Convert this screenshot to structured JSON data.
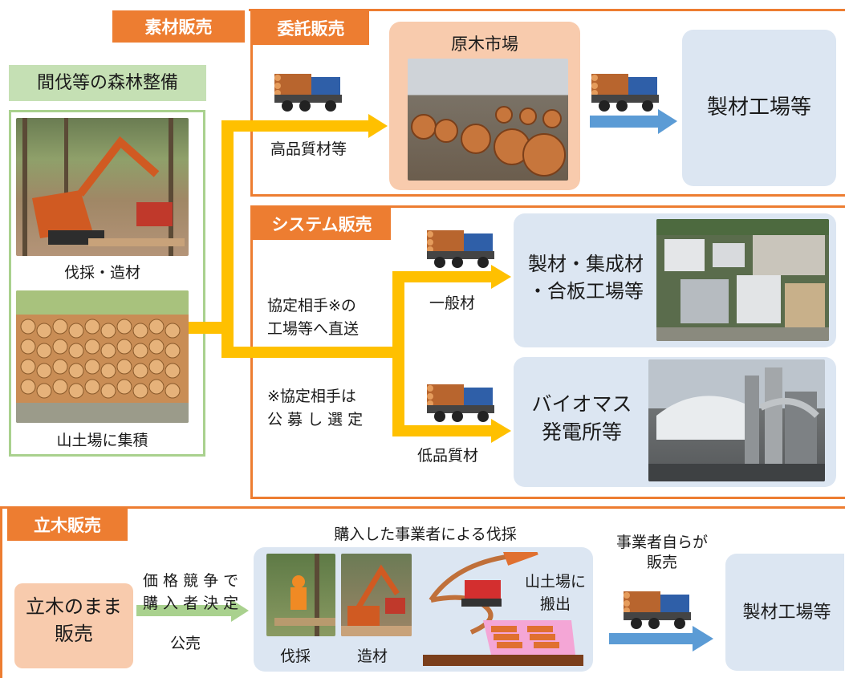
{
  "top": {
    "tab_material": "素材販売",
    "tab_consign": "委託販売",
    "tab_system": "システム販売",
    "forest_title": "間伐等の森林整備",
    "photo1_caption": "伐採・造材",
    "photo2_caption": "山土場に集積",
    "high_quality": "高品質材等",
    "log_market": "原木市場",
    "sawmill": "製材工場等",
    "direct_ship": "協定相手※の\n工場等へ直送",
    "note": "※協定相手は\n公 募 し 選 定",
    "general": "一般材",
    "low_quality": "低品質材",
    "plywood": "製材・集成材\n・合板工場等",
    "biomass": "バイオマス\n発電所等"
  },
  "bottom": {
    "tab_standing": "立木販売",
    "standing_box": "立木のまま\n販売",
    "price_compete": "価 格 競 争 で\n購 入 者 決 定",
    "public_sale": "公売",
    "cutting_title": "購入した事業者による伐採",
    "cut": "伐採",
    "process": "造材",
    "carry_out": "山土場に\n搬出",
    "self_sale": "事業者自らが\n販売",
    "sawmill": "製材工場等"
  },
  "colors": {
    "orange": "#ed7d31",
    "yellow_arrow": "#ffc000",
    "blue_arrow": "#5b9bd5",
    "green_arrow": "#a9d18e",
    "green_border": "#a9d18e",
    "light_blue_box": "#dce6f2",
    "peach_box": "#f8cbad"
  }
}
